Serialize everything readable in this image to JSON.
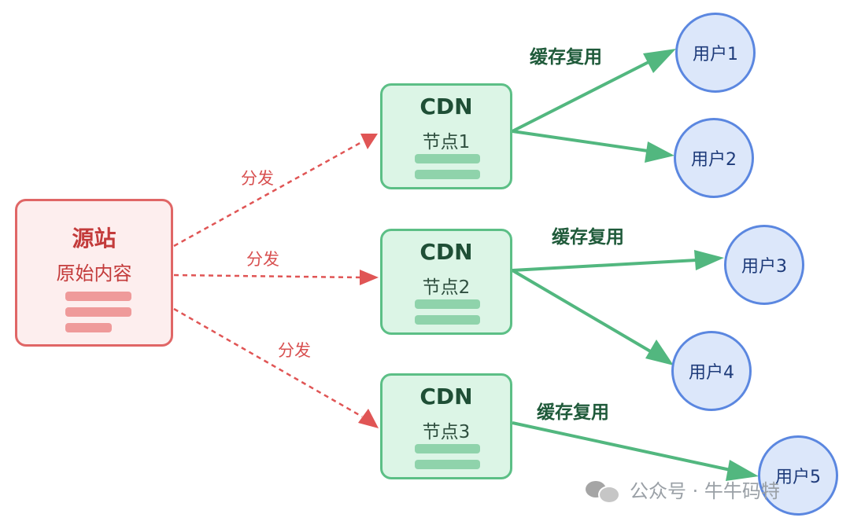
{
  "origin": {
    "title": "源站",
    "subtitle": "原始内容"
  },
  "cdn_nodes": [
    {
      "title": "CDN",
      "subtitle": "节点1"
    },
    {
      "title": "CDN",
      "subtitle": "节点2"
    },
    {
      "title": "CDN",
      "subtitle": "节点3"
    }
  ],
  "users": [
    "用户1",
    "用户2",
    "用户3",
    "用户4",
    "用户5"
  ],
  "edge_labels": {
    "distribute": [
      "分发",
      "分发",
      "分发"
    ],
    "reuse": [
      "缓存复用",
      "缓存复用",
      "缓存复用"
    ]
  },
  "watermark": "公众号 · 牛牛码特",
  "colors": {
    "origin_fill": "#fdeeee",
    "origin_stroke": "#e06666",
    "origin_text": "#c33b3b",
    "cdn_fill": "#dcf5e6",
    "cdn_stroke": "#5cbf86",
    "user_fill": "#dce7fa",
    "user_stroke": "#5b87e0",
    "distribute_arrow": "#e05555",
    "reuse_arrow": "#52b77f"
  }
}
